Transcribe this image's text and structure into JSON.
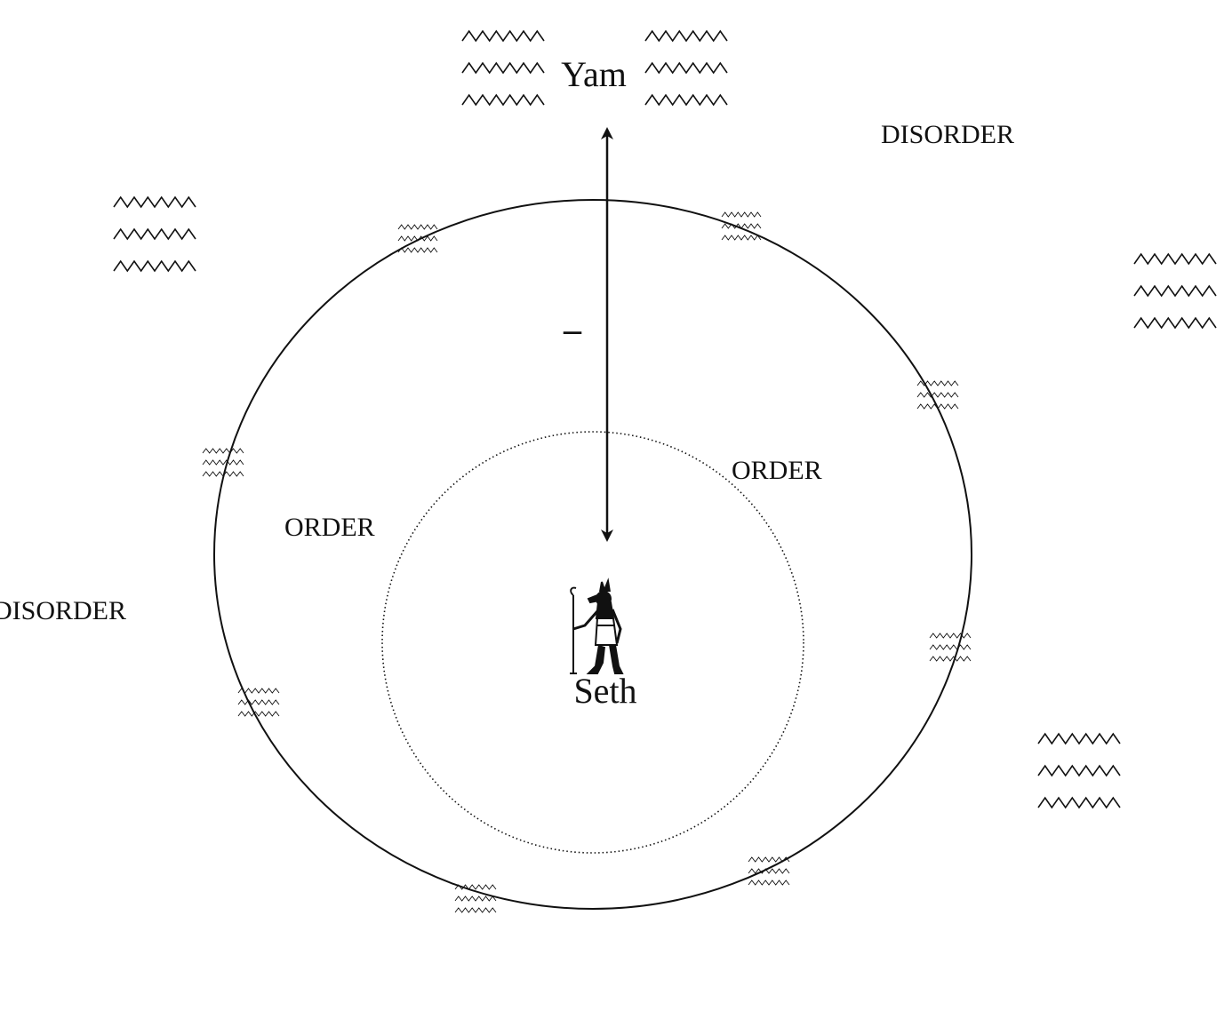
{
  "labels": {
    "top_name": "Yam",
    "center_name": "Seth",
    "sign": "–",
    "order": "ORDER",
    "disorder": "DISORDER"
  },
  "icons": {
    "center_figure": "seth-figure-icon",
    "water": "water-waves-icon"
  },
  "colors": {
    "ink": "#111111",
    "background": "#ffffff"
  }
}
